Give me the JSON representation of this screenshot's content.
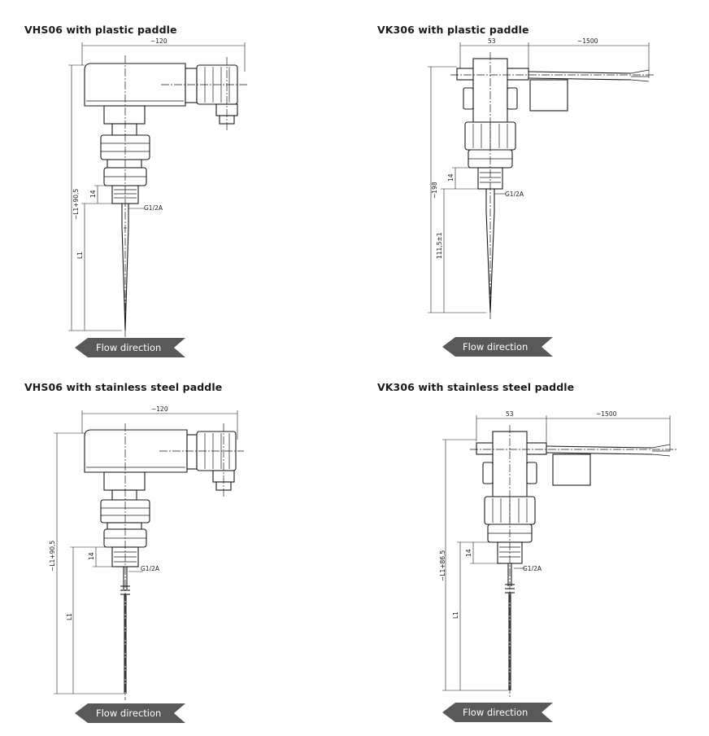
{
  "panels": [
    {
      "title": "VHS06 with plastic paddle",
      "dims": {
        "width_top": "~120",
        "total_height": "~L1+90,5",
        "thread_height": "14",
        "thread": "G1/2A",
        "paddle_length": "L1"
      },
      "flow_label": "Flow direction"
    },
    {
      "title": "VK306 with plastic paddle",
      "dims": {
        "width_body": "53",
        "cable_length": "~1500",
        "total_height": "~198",
        "thread_height": "14",
        "thread": "G1/2A",
        "paddle_length": "111,5±1"
      },
      "flow_label": "Flow direction"
    },
    {
      "title": "VHS06 with stainless steel paddle",
      "dims": {
        "width_top": "~120",
        "total_height": "~L1+90,5",
        "thread_height": "14",
        "thread": "G1/2A",
        "paddle_length": "L1"
      },
      "flow_label": "Flow direction"
    },
    {
      "title": "VK306 with stainless steel paddle",
      "dims": {
        "width_body": "53",
        "cable_length": "~1500",
        "total_height": "~L1+86,5",
        "thread_height": "14",
        "thread": "G1/2A",
        "paddle_length": "L1"
      },
      "flow_label": "Flow direction"
    }
  ]
}
